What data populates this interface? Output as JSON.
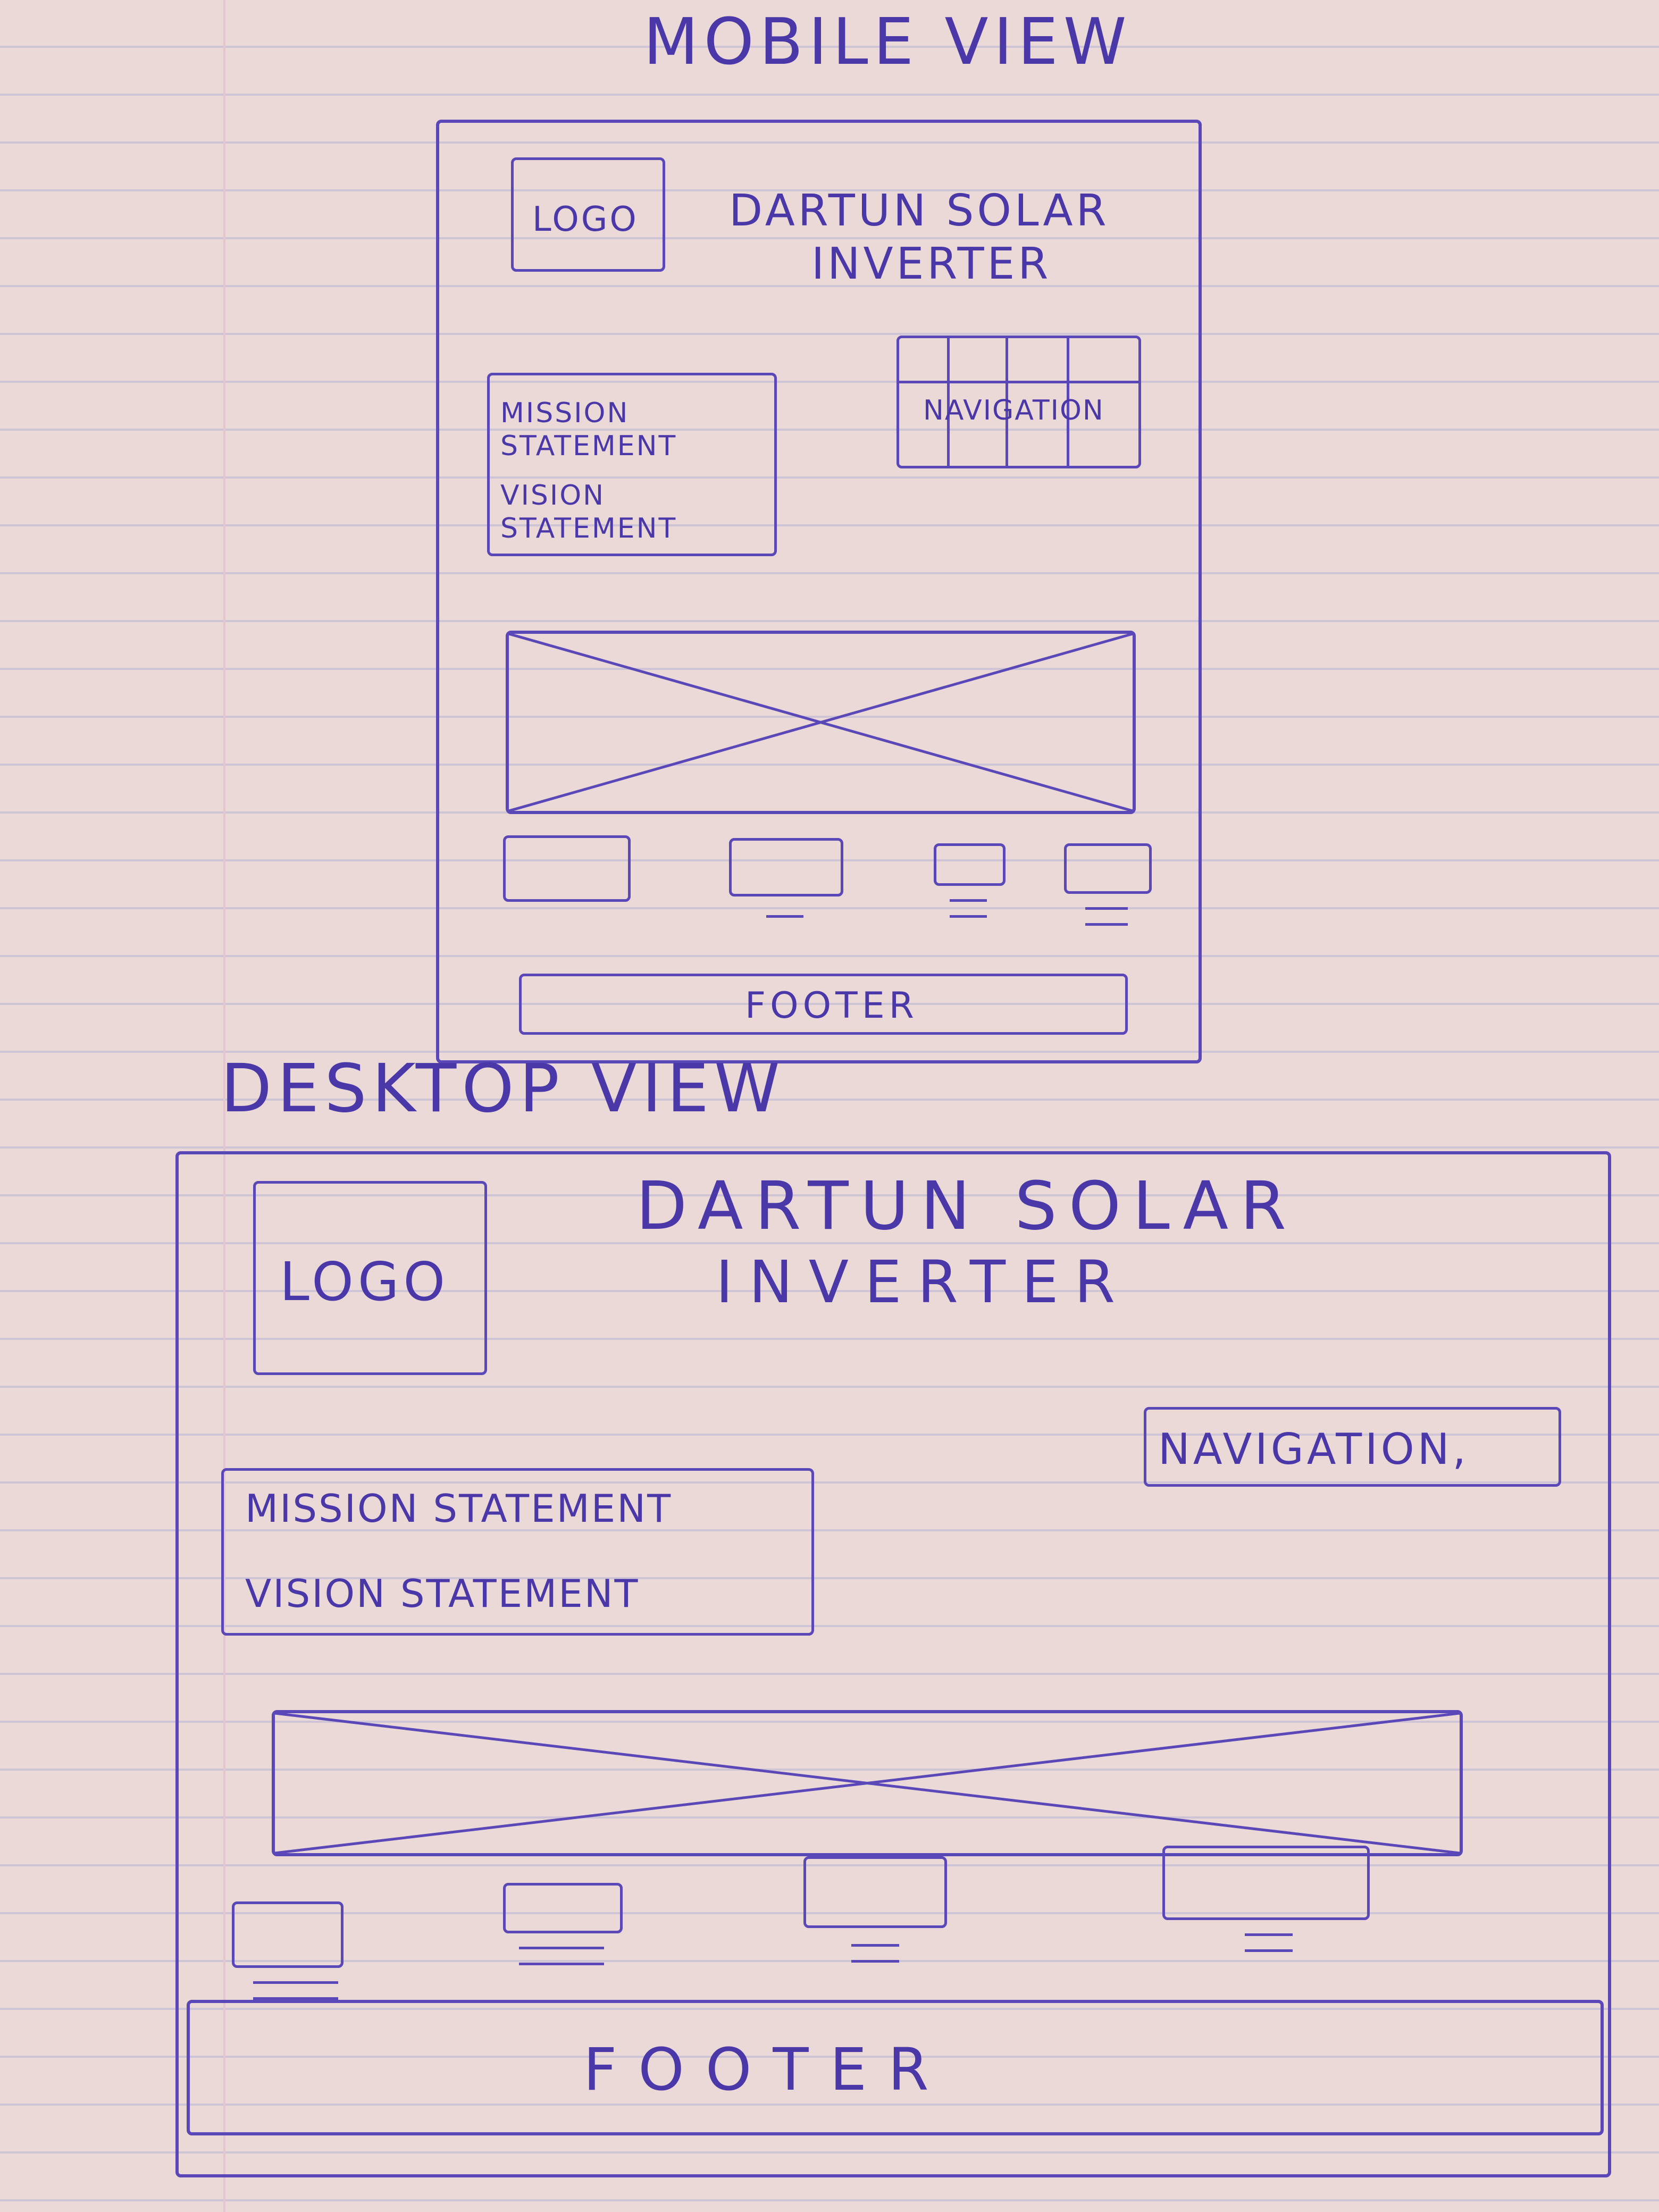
{
  "mobile": {
    "view_title": "MOBILE VIEW",
    "logo": "LOGO",
    "site_title_line1": "DARTUN SOLAR",
    "site_title_line2": "INVERTER",
    "mission": "MISSION STATEMENT",
    "vision": "VISION STATEMENT",
    "navigation": "NAVIGATION",
    "footer": "FOOTER"
  },
  "desktop": {
    "view_title": "DESKTOP VIEW",
    "logo": "LOGO",
    "site_title_line1": "DARTUN SOLAR",
    "site_title_line2": "INVERTER",
    "mission": "MISSION STATEMENT",
    "vision": "VISION STATEMENT",
    "navigation": "NAVIGATION,",
    "footer": "FOOTER"
  }
}
